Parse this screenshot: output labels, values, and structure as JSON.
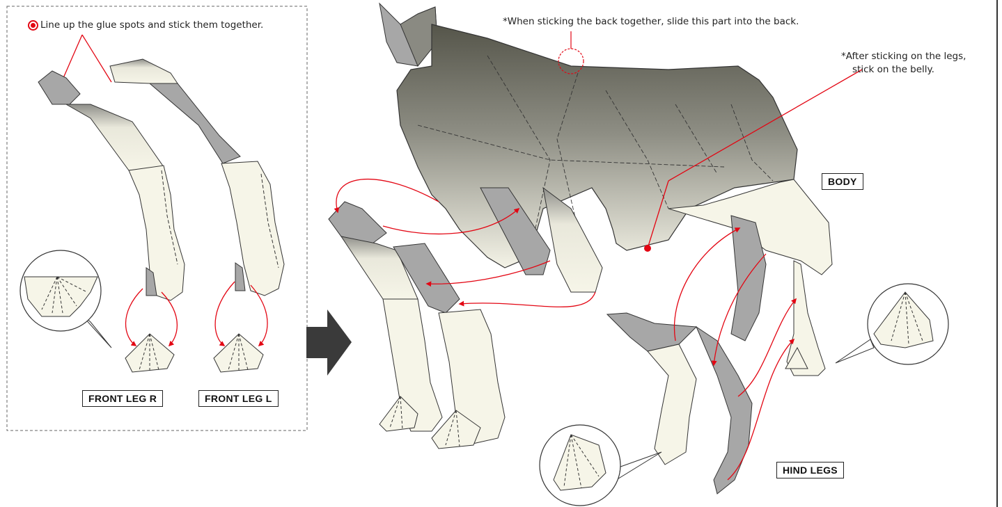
{
  "instruction": {
    "text": "Line up the glue spots and stick them together.",
    "icon": "glue-spot-target-icon"
  },
  "notes": {
    "back_slide": "*When sticking the back together, slide this part into the back.",
    "belly_line1": "*After sticking on the legs,",
    "belly_line2": "stick on the belly."
  },
  "labels": {
    "front_leg_r": "FRONT LEG R",
    "front_leg_l": "FRONT LEG L",
    "body": "BODY",
    "hind_legs": "HIND LEGS"
  },
  "colors": {
    "glue_red": "#e30613",
    "body_dark": "#5f5f52",
    "paper_light": "#f6f5e8",
    "part_gray": "#a7a7a7",
    "arrow_dark": "#3a3a3a"
  }
}
